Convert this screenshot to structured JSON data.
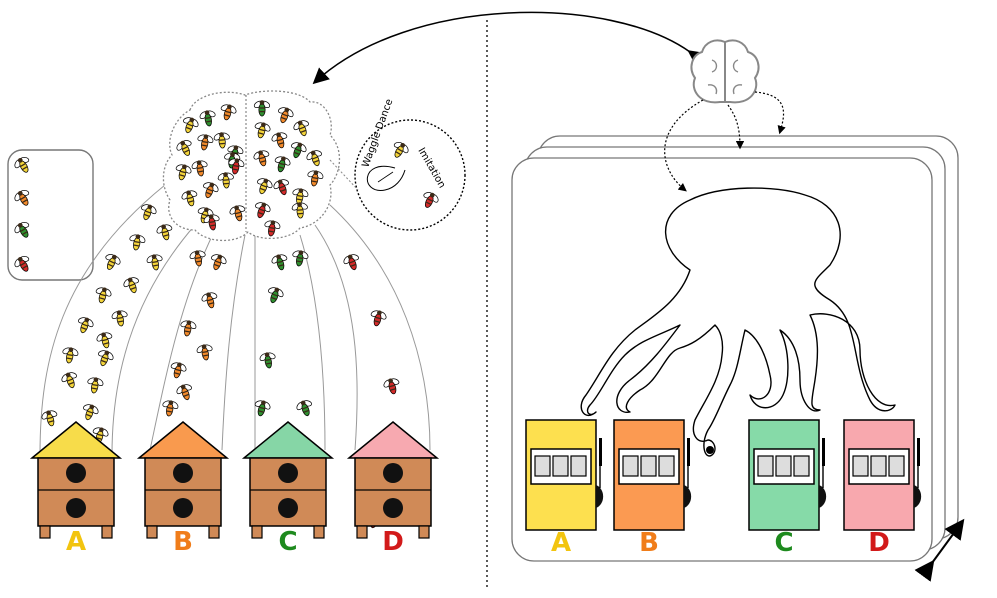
{
  "hives": [
    {
      "id": "A",
      "label": "A",
      "roof": "#f7dc4a",
      "bee": "#f3d43a"
    },
    {
      "id": "B",
      "label": "B",
      "roof": "#f99a4e",
      "bee": "#f28a2c"
    },
    {
      "id": "C",
      "label": "C",
      "roof": "#86d6a6",
      "bee": "#2f8f2f"
    },
    {
      "id": "D",
      "label": "D",
      "roof": "#f7a9b0",
      "bee": "#d42a2a"
    }
  ],
  "machines": [
    {
      "id": "A",
      "label": "A",
      "body": "#fde04f"
    },
    {
      "id": "B",
      "label": "B",
      "body": "#fb9a52"
    },
    {
      "id": "C",
      "label": "C",
      "body": "#86daa8"
    },
    {
      "id": "D",
      "label": "D",
      "body": "#f8a8ae"
    }
  ],
  "label_colors": {
    "A": "#f2c40f",
    "B": "#f07d1a",
    "C": "#1e8a1e",
    "D": "#d21a1a"
  },
  "inset": {
    "line1": "Waggle Dance",
    "line2": "Imitation"
  },
  "colors": {
    "hive_wood": "#d08a57",
    "bee_dark": "#3b2a18",
    "wing": "#ffffff"
  }
}
